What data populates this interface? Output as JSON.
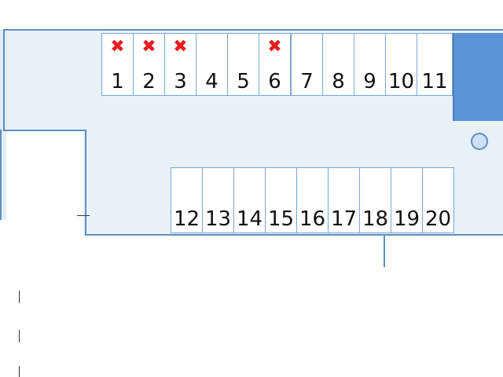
{
  "lot": {
    "top_row": [
      {
        "number": "1",
        "taken": true
      },
      {
        "number": "2",
        "taken": true
      },
      {
        "number": "3",
        "taken": true
      },
      {
        "number": "4",
        "taken": false
      },
      {
        "number": "5",
        "taken": false
      },
      {
        "number": "6",
        "taken": true
      },
      {
        "number": "7",
        "taken": false
      },
      {
        "number": "8",
        "taken": false
      },
      {
        "number": "9",
        "taken": false
      },
      {
        "number": "10",
        "taken": false
      },
      {
        "number": "11",
        "taken": false
      }
    ],
    "bottom_row": [
      {
        "number": "12"
      },
      {
        "number": "13"
      },
      {
        "number": "14"
      },
      {
        "number": "15"
      },
      {
        "number": "16"
      },
      {
        "number": "17"
      },
      {
        "number": "18"
      },
      {
        "number": "19"
      },
      {
        "number": "20"
      }
    ],
    "taken_marker": "✖",
    "colors": {
      "surface": "#e9f1f9",
      "outline": "#5d8fc6",
      "building": "#5b93d4",
      "taken_marker": "#e81e1e"
    }
  }
}
